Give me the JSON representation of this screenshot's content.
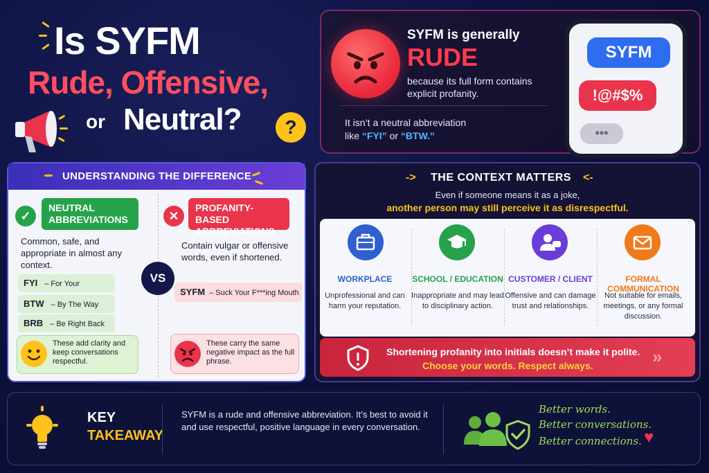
{
  "title": {
    "line1": "Is SYFM",
    "line2": "Rude, Offensive,",
    "or": "or",
    "line3": "Neutral?",
    "question_mark": "?"
  },
  "rude_card": {
    "lead": "SYFM is generally",
    "verdict": "RUDE",
    "reason": "because its full form contains explicit profanity.",
    "neutral_note_a": "It isn’t a neutral abbreviation",
    "neutral_note_b": "like",
    "ex1": "“FYI”",
    "ex_or": "or",
    "ex2": "“BTW.”"
  },
  "phone": {
    "bubble1": "SYFM",
    "bubble2": "!@#$%",
    "bubble3": "•••"
  },
  "understanding": {
    "header": "UNDERSTANDING THE DIFFERENCE",
    "neutral_title": "NEUTRAL ABBREVIATIONS",
    "neutral_desc": "Common, safe, and appropriate in almost any context.",
    "profanity_title": "PROFANITY-BASED ABBREVIATIONS",
    "profanity_desc": "Contain vulgar or offensive words, even if shortened.",
    "vs": "VS",
    "neutral_items": [
      {
        "abbr": "FYI",
        "meaning": "– For Your Information"
      },
      {
        "abbr": "BTW",
        "meaning": "– By The Way"
      },
      {
        "abbr": "BRB",
        "meaning": "– Be Right Back"
      }
    ],
    "profanity_item": {
      "abbr": "SYFM",
      "meaning": "– Suck Your F***ing Mouth"
    },
    "neutral_note": "These add clarity and keep conversations respectful.",
    "profanity_note": "These carry the same negative impact as the full phrase."
  },
  "context": {
    "header": "THE CONTEXT MATTERS",
    "sub1": "Even if someone means it as a joke,",
    "sub2": "another person may still perceive it as disrespectful.",
    "columns": [
      {
        "label": "WORKPLACE",
        "desc": "Unprofessional and can harm your reputation.",
        "icon": "briefcase-icon",
        "color": "#2f5fd0"
      },
      {
        "label": "SCHOOL / EDUCATION",
        "desc": "Inappropriate and may lead to disciplinary action.",
        "icon": "graduation-cap-icon",
        "color": "#25a24a"
      },
      {
        "label": "CUSTOMER / CLIENT",
        "desc": "Offensive and can damage trust and relationships.",
        "icon": "customer-icon",
        "color": "#6a3ed6"
      },
      {
        "label": "FORMAL COMMUNICATION",
        "desc": "Not suitable for emails, meetings, or any formal discussion.",
        "icon": "envelope-icon",
        "color": "#f07a1a"
      }
    ],
    "warning1": "Shortening profanity into initials doesn’t make it polite.",
    "warning2": "Choose your words. Respect always.",
    "chevrons": "»"
  },
  "takeaway": {
    "key": "KEY",
    "takeaway": "TAKEAWAY",
    "text": "SYFM is a rude and offensive abbreviation. It’s best to avoid it and use respectful, positive language in every conversation.",
    "better1": "Better words.",
    "better2": "Better conversations.",
    "better3": "Better connections.",
    "heart": "♥"
  }
}
